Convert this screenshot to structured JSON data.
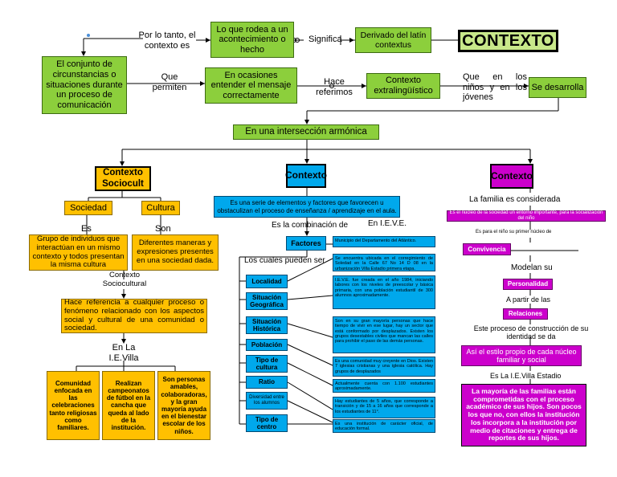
{
  "title": "CONTEXTO",
  "top": {
    "derivado": "Derivado del latín contextus",
    "significa": "Significa",
    "lo_que_rodea": "Lo que rodea a un acontecimiento o hecho",
    "por_lo_tanto": "Por lo tanto, el contexto es",
    "conjunto": "El conjunto de circunstancias o situaciones durante un proceso de comunicación",
    "que_permiten": "Que permiten",
    "en_ocasiones": "En ocasiones entender el mensaje correctamente",
    "hace_referimos": "Hace referimos",
    "contexto_extra": "Contexto extralingüístico",
    "que_en_los": "Que en los niños y en los jóvenes",
    "se_desarrolla": "Se desarrolla",
    "interseccion": "En una intersección armónica"
  },
  "left": {
    "header": "Contexto Sociocult",
    "sociedad": "Sociedad",
    "cultura": "Cultura",
    "es": "Es",
    "son": "Son",
    "grupo": "Grupo de individuos que interactúan en un mismo contexto y todos presentan la misma cultura",
    "diferentes": "Diferentes maneras y expresiones presentes en una sociedad dada.",
    "contexto_socio": "Contexto Sociocultural",
    "hace_referencia": "Hace referencia a cualquier proceso o fenómeno relacionado con los aspectos social y cultural de una comunidad o sociedad.",
    "en_la_villa": "En La I.E.Villa",
    "b1": "Comunidad enfocada en las celebraciones tanto religiosas como familiares.",
    "b2": "Realizan campeonatos de fútbol en la cancha que queda al lado de la institución.",
    "b3": "Son personas amables, colaboradoras, y la gran mayoría ayuda en el bienestar escolar de los niños."
  },
  "middle": {
    "header": "Contexto",
    "es_una_serie": "Es una serie de elementos y factores que favorecen u obstaculizan el proceso de enseñanza / aprendizaje en el aula.",
    "es_la_combinacion": "Es la combinación de",
    "en_ieve": "En I.E.V.E.",
    "factores": "Factores",
    "los_cuales": "Los cuales pueden ser",
    "items": [
      "Localidad",
      "Situación Geográfica",
      "Situación Histórica",
      "Población",
      "Tipo de cultura",
      "Ratio",
      "Diversidad entre los alumnos",
      "Tipo de centro"
    ],
    "details": [
      "Municipio del Departamento del Atlántico.",
      "Se encuentra ubicada en el corregimiento de Soledad en la Calle 67 No 14 D 08 en la urbanización Villa Estadio primera etapa.",
      "I.E.V.E. fue creada en el año 1984, iniciando labores con los niveles de preescolar y básica primaria, con una población estudiantil de 300 alumnos aproximadamente.",
      "Son en su gran mayoría personas que hace tiempo de vivir en ese lugar, hay un sector que está conformado por desplazados. Existen los grupos desestables civiles que mancan las calles para prohibir el paso de las demás personas.",
      "Es una comunidad muy creyente en Dios. Existen 7 iglesias cristianas y una iglesia católica. Hay grupos de desplazados",
      "Actualmente cuenta con 1.100 estudiantes aproximadamente.",
      "Hay estudiantes de 5 años, que corresponde a transición y de 15 a 16 años que corresponde a los estudiantes de 11°.",
      "Es una institución de carácter oficial, de educación formal."
    ]
  },
  "right": {
    "header": "Contexto",
    "familia": "La familia es considerada",
    "box1": "Es el núcleo de la sociedad un entorno importante, para la socialización del niño",
    "es_para": "Es para el niño su primer núcleo de",
    "convivencia": "Convivencia",
    "modelan": "Modelan su",
    "personalidad": "Personalidad",
    "a_partir": "A partir de las",
    "relaciones": "Relaciones",
    "este_proceso": "Este proceso de construcción de su identidad se da",
    "asi_el_estilo": "Así el estilo propio de cada núcleo familiar y social",
    "es_la_villa": "Es La I.E.Villa Estadio",
    "final": "La mayoría de las familias están comprometidas con el proceso académico de sus hijos. Son pocos los que no, con ellos la institución los incorpora a la institución por medio de citaciones y entrega de reportes de sus hijos."
  }
}
